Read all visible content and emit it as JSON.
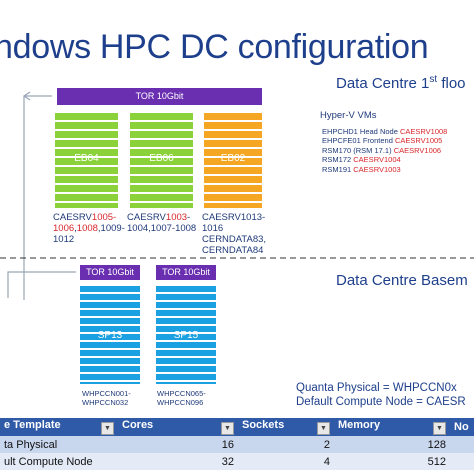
{
  "title": "ndows HPC DC configuration",
  "floor_section": {
    "label_prefix": "Data Centre 1",
    "label_sup": "st",
    "label_suffix": " floo"
  },
  "basement_section": {
    "label": "Data Centre Basem"
  },
  "tor_top": {
    "label": "TOR 10Gbit"
  },
  "racks_floor": [
    {
      "label": "EB04",
      "color": "#8bd13a",
      "note": [
        {
          "t": "CAESRV",
          "c": ""
        },
        {
          "t": "1005-1006",
          "c": "red"
        },
        {
          "t": ",",
          "c": ""
        },
        {
          "t": "1008",
          "c": "red"
        },
        {
          "t": ",1009-1012",
          "c": ""
        }
      ]
    },
    {
      "label": "EB06",
      "color": "#8bd13a",
      "note": [
        {
          "t": "CAESRV",
          "c": ""
        },
        {
          "t": "1003",
          "c": "red"
        },
        {
          "t": "-1004,1007-1008",
          "c": ""
        }
      ]
    },
    {
      "label": "EB02",
      "color": "#f5a623",
      "note": [
        {
          "t": "CAESRV1013-1016 CERNDATA83, CERNDATA84",
          "c": ""
        }
      ]
    }
  ],
  "hyperv": {
    "title": "Hyper-V VMs",
    "lines": [
      {
        "a": "EHPCHD1 Head Node ",
        "b": "CAESRV1008"
      },
      {
        "a": "EHPCFE01 Frontend ",
        "b": "CAESRV1005"
      },
      {
        "a": "RSM170 (RSM 17.1) ",
        "b": "CAESRV1006"
      },
      {
        "a": "RSM172 ",
        "b": "CAESRV1004"
      },
      {
        "a": "RSM191 ",
        "b": "CAESRV1003"
      }
    ]
  },
  "racks_basement": [
    {
      "tor": "TOR 10Gbit",
      "label": "SP13",
      "note": "WHPCCN001-WHPCCN032",
      "color": "#1ba1e2"
    },
    {
      "tor": "TOR 10Gbit",
      "label": "SP15",
      "note": "WHPCCN065-WHPCCN096",
      "color": "#1ba1e2"
    }
  ],
  "quanta_lines": [
    "Quanta Physical = WHPCCN0x",
    "Default Compute Node = CAESR"
  ],
  "table": {
    "headers": [
      "e Template",
      "Cores",
      "Sockets",
      "Memory",
      "No"
    ],
    "rows": [
      [
        "ta Physical",
        "16",
        "2",
        "128",
        ""
      ],
      [
        "ult Compute Node",
        "32",
        "4",
        "512",
        ""
      ]
    ]
  },
  "colors": {
    "title": "#1e3f8c",
    "tor": "#6a2fb0",
    "table_header": "#2f5aa8",
    "red": "#d8262b"
  }
}
